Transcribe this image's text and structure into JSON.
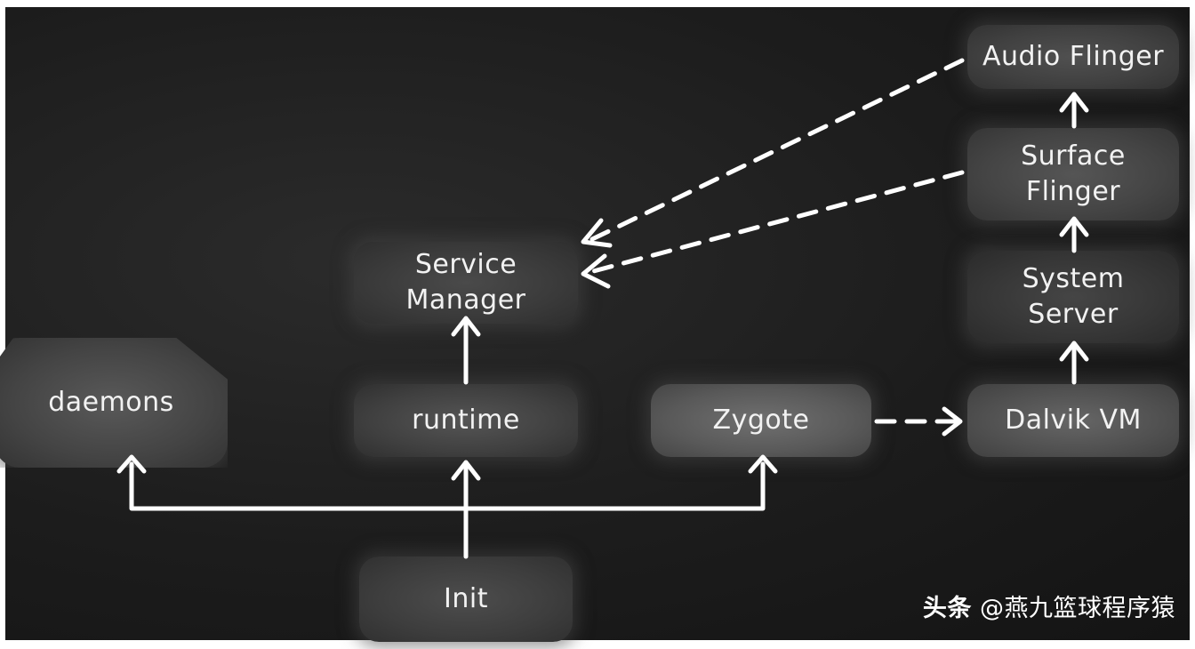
{
  "diagram": {
    "nodes": {
      "daemons": "daemons",
      "runtime": "runtime",
      "service_manager": "Service\nManager",
      "zygote": "Zygote",
      "dalvik_vm": "Dalvik VM",
      "system_server": "System\nServer",
      "surface_flinger": "Surface\nFlinger",
      "audio_flinger": "Audio Flinger",
      "init": "Init"
    },
    "edges": [
      {
        "from": "init",
        "to": "runtime",
        "style": "solid"
      },
      {
        "from": "init",
        "to": "daemons",
        "style": "solid"
      },
      {
        "from": "init",
        "to": "zygote",
        "style": "solid"
      },
      {
        "from": "runtime",
        "to": "service_manager",
        "style": "solid"
      },
      {
        "from": "zygote",
        "to": "dalvik_vm",
        "style": "dashed"
      },
      {
        "from": "dalvik_vm",
        "to": "system_server",
        "style": "solid"
      },
      {
        "from": "system_server",
        "to": "surface_flinger",
        "style": "solid"
      },
      {
        "from": "surface_flinger",
        "to": "audio_flinger",
        "style": "solid"
      },
      {
        "from": "audio_flinger",
        "to": "service_manager",
        "style": "dashed"
      },
      {
        "from": "surface_flinger",
        "to": "service_manager",
        "style": "dashed"
      }
    ],
    "colors": {
      "background": "#1c1c1c",
      "node_fill": "#4a4a4a",
      "text": "#f2f2f2",
      "arrow": "#ffffff"
    }
  },
  "watermark": {
    "brand": "头条",
    "handle": "@燕九篮球程序猿"
  }
}
